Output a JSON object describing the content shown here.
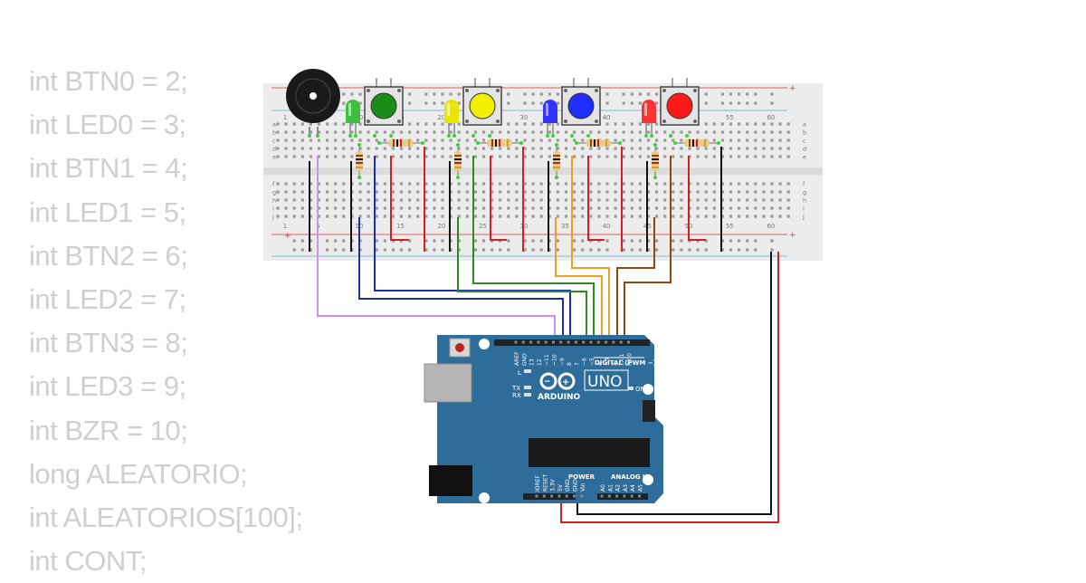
{
  "code_lines": [
    "int BTN0 = 2;",
    "int LED0 = 3;",
    "int BTN1 = 4;",
    "int LED1 = 5;",
    "int BTN2 = 6;",
    "int LED2 = 7;",
    "int BTN3 = 8;",
    "int LED3 = 9;",
    "int BZR = 10;",
    "long ALEATORIO;",
    "int ALEATORIOS[100];",
    "int CONT;"
  ],
  "breadboard": {
    "col_numbers": [
      "1",
      "5",
      "10",
      "15",
      "20",
      "25",
      "30",
      "35",
      "40",
      "45",
      "50",
      "55",
      "60"
    ],
    "row_letters_top": [
      "a",
      "b",
      "c",
      "d",
      "e"
    ],
    "row_letters_bottom": [
      "f",
      "g",
      "h",
      "i",
      "j"
    ],
    "plus_sign": "+"
  },
  "modules": [
    {
      "led_color": "#3fbf3f",
      "button_color": "#1a8c1a"
    },
    {
      "led_color": "#e6e600",
      "button_color": "#f2ef00"
    },
    {
      "led_color": "#3333ff",
      "button_color": "#1f2eff"
    },
    {
      "led_color": "#ff3333",
      "button_color": "#ff1a1a"
    }
  ],
  "arduino": {
    "logo_text": "ARDUINO",
    "model": "UNO",
    "on_label": "ON",
    "digital_label": "DIGITAL (PWM ~)",
    "power_label": "POWER",
    "analog_label": "ANALOG IN",
    "l_label": "L",
    "tx_label": "TX",
    "rx_label": "RX",
    "digital_pins": [
      "AREF",
      "GND",
      "13",
      "12",
      "~11",
      "~10",
      "~9",
      "8",
      "7",
      "~6",
      "~5",
      "4",
      "~3",
      "2",
      "TX 1",
      "RX 0"
    ],
    "power_pins": [
      "IOREF",
      "RESET",
      "3.3V",
      "5V",
      "GND",
      "GND",
      "Vin"
    ],
    "analog_pins": [
      "A0",
      "A1",
      "A2",
      "A3",
      "A4",
      "A5"
    ]
  },
  "colors": {
    "board_blue": "#2e6c9a",
    "breadboard": "#ececec",
    "wire_black": "#111111",
    "wire_red": "#d42020",
    "wire_blue": "#1c2eb0",
    "wire_green": "#2e8b1f",
    "wire_orange": "#f0a020",
    "wire_brown": "#8b4a12",
    "wire_violet": "#d58ee8"
  }
}
